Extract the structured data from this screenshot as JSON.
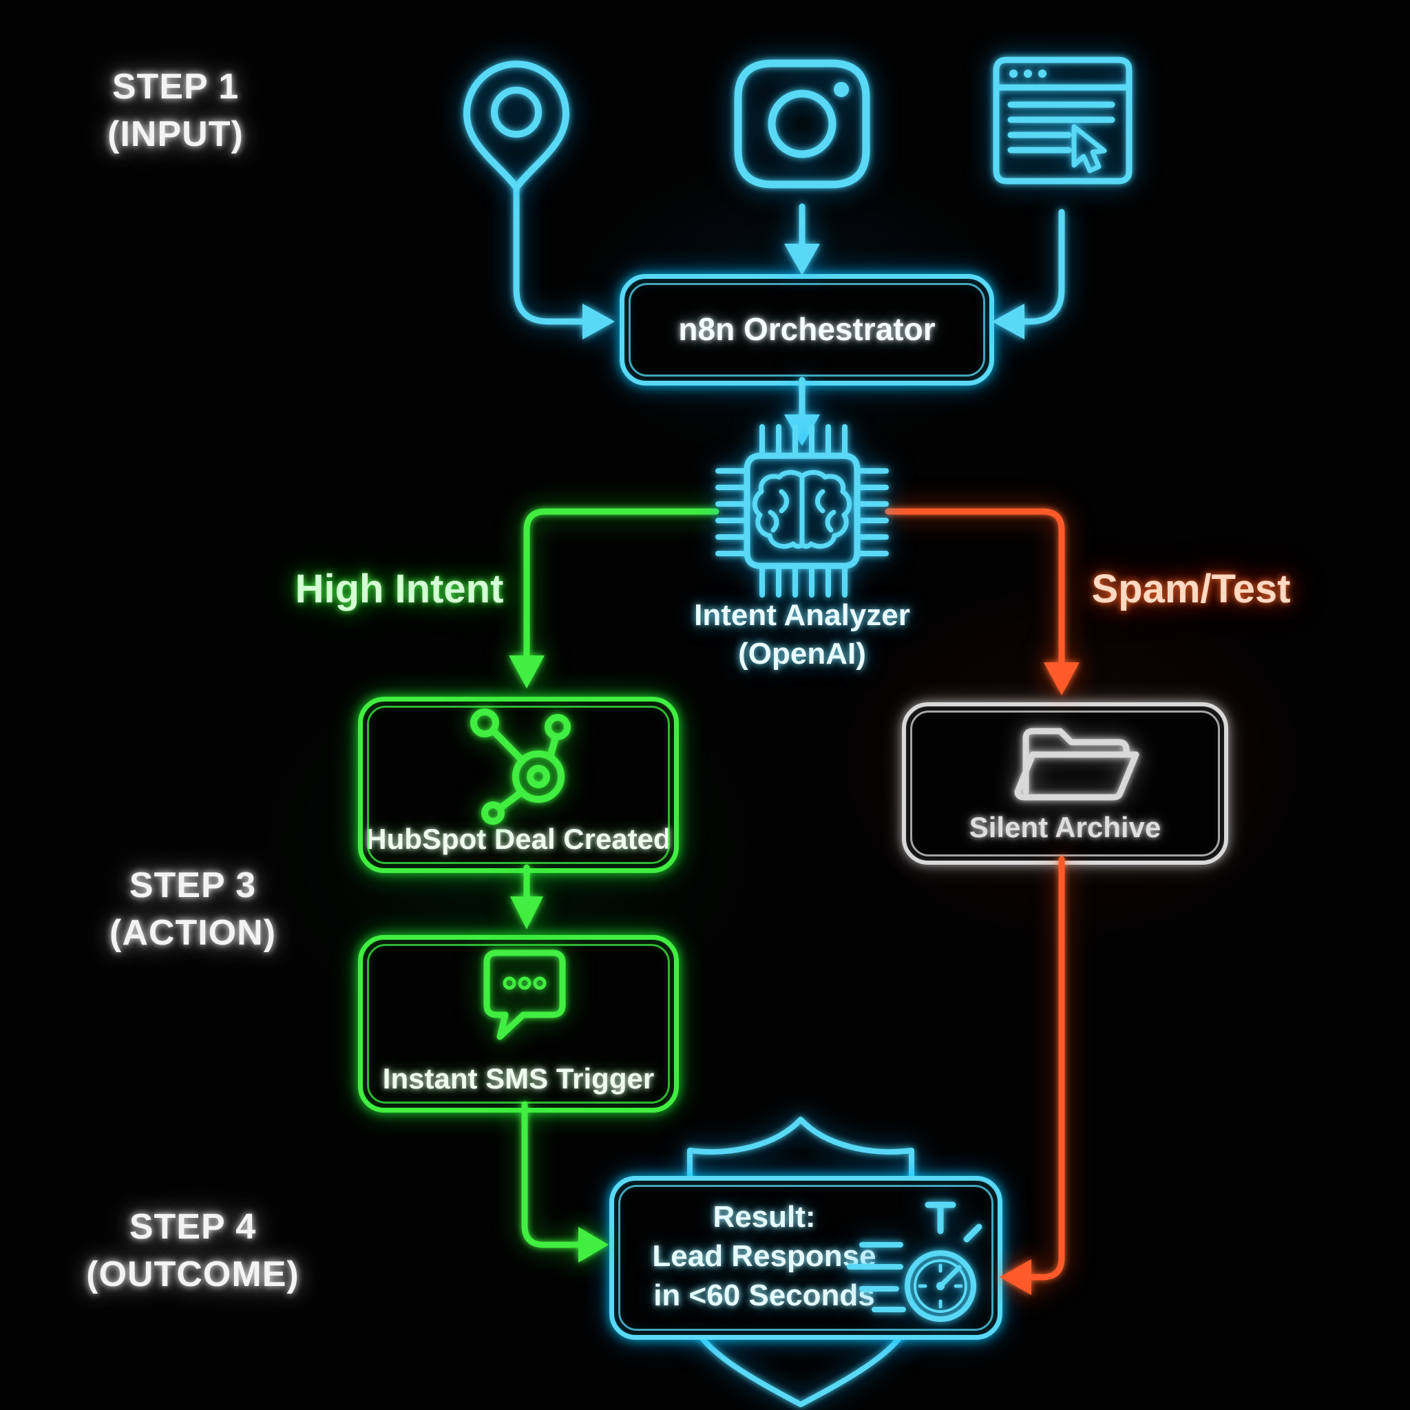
{
  "colors": {
    "cyan": "#5ad9f6",
    "green": "#41ee41",
    "red": "#ff5a2a",
    "white": "#f0f0f0",
    "gray": "#d9d9d9"
  },
  "steps": {
    "step1": {
      "line1": "STEP 1",
      "line2": "(INPUT)"
    },
    "step3": {
      "line1": "STEP 3",
      "line2": "(ACTION)"
    },
    "step4": {
      "line1": "STEP 4",
      "line2": "(OUTCOME)"
    }
  },
  "branch_labels": {
    "high_intent": "High Intent",
    "spam_test": "Spam/Test"
  },
  "nodes": {
    "inputs": {
      "icons": [
        "location-pin-icon",
        "instagram-icon",
        "browser-window-icon"
      ]
    },
    "orchestrator": {
      "label": "n8n Orchestrator"
    },
    "intent_analyzer": {
      "label": "Intent Analyzer",
      "sublabel": "(OpenAI)",
      "icon": "ai-chip-brain-icon"
    },
    "hubspot": {
      "label": "HubSpot Deal Created",
      "icon": "hubspot-icon"
    },
    "silent_archive": {
      "label": "Silent Archive",
      "icon": "open-folder-icon"
    },
    "sms": {
      "label": "Instant SMS Trigger",
      "icon": "sms-chat-bubble-icon"
    },
    "result": {
      "line1": "Result:",
      "line2": "Lead Response",
      "line3": "in <60 Seconds",
      "icons": [
        "stopwatch-icon",
        "shield-icon"
      ]
    }
  }
}
